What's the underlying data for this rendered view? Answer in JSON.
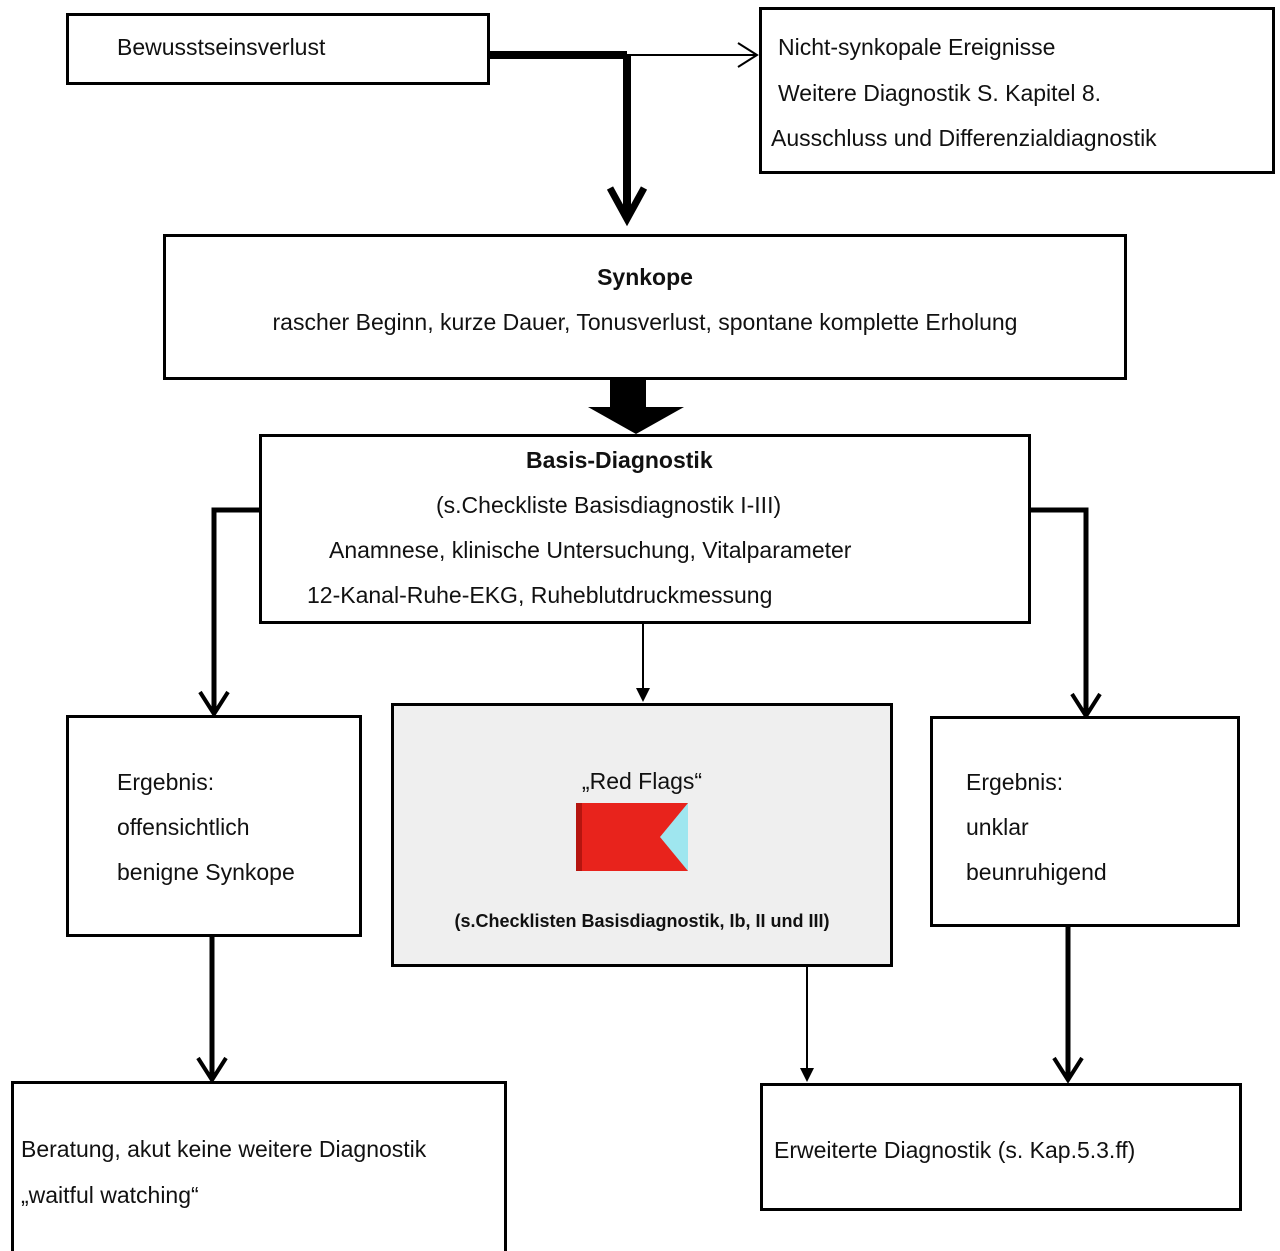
{
  "nodes": {
    "loss": {
      "label": "Bewusstseinsverlust"
    },
    "nonsyncopal": {
      "lines": [
        "Nicht-synkopale Ereignisse",
        "Weitere Diagnostik S. Kapitel 8.",
        "Ausschluss und Differenzialdiagnostik"
      ]
    },
    "syncope": {
      "title": "Synkope",
      "description": "rascher Beginn, kurze Dauer, Tonusverlust, spontane komplette Erholung"
    },
    "basis": {
      "title": "Basis-Diagnostik",
      "lines": [
        "(s.Checkliste Basisdiagnostik I-III)",
        "Anamnese, klinische Untersuchung, Vitalparameter",
        "12-Kanal-Ruhe-EKG, Ruheblutdruckmessung"
      ]
    },
    "benign": {
      "lines": [
        "Ergebnis:",
        "offensichtlich",
        "benigne Synkope"
      ]
    },
    "redflags": {
      "title": "„Red Flags“",
      "note": "(s.Checklisten Basisdiagnostik, Ib, II und III)",
      "flag_icon": "red-flag",
      "flag_colors": {
        "red": "#e8231c",
        "notch": "#9fe6ef"
      }
    },
    "unclear": {
      "lines": [
        "Ergebnis:",
        "unklar",
        "beunruhigend"
      ]
    },
    "counsel": {
      "lines": [
        "Beratung, akut keine weitere Diagnostik",
        "„waitful watching“"
      ]
    },
    "extended": {
      "label": "Erweiterte Diagnostik (s. Kap.5.3.ff)"
    }
  },
  "colors": {
    "redflags_fill": "#efefef",
    "border": "#000000"
  }
}
